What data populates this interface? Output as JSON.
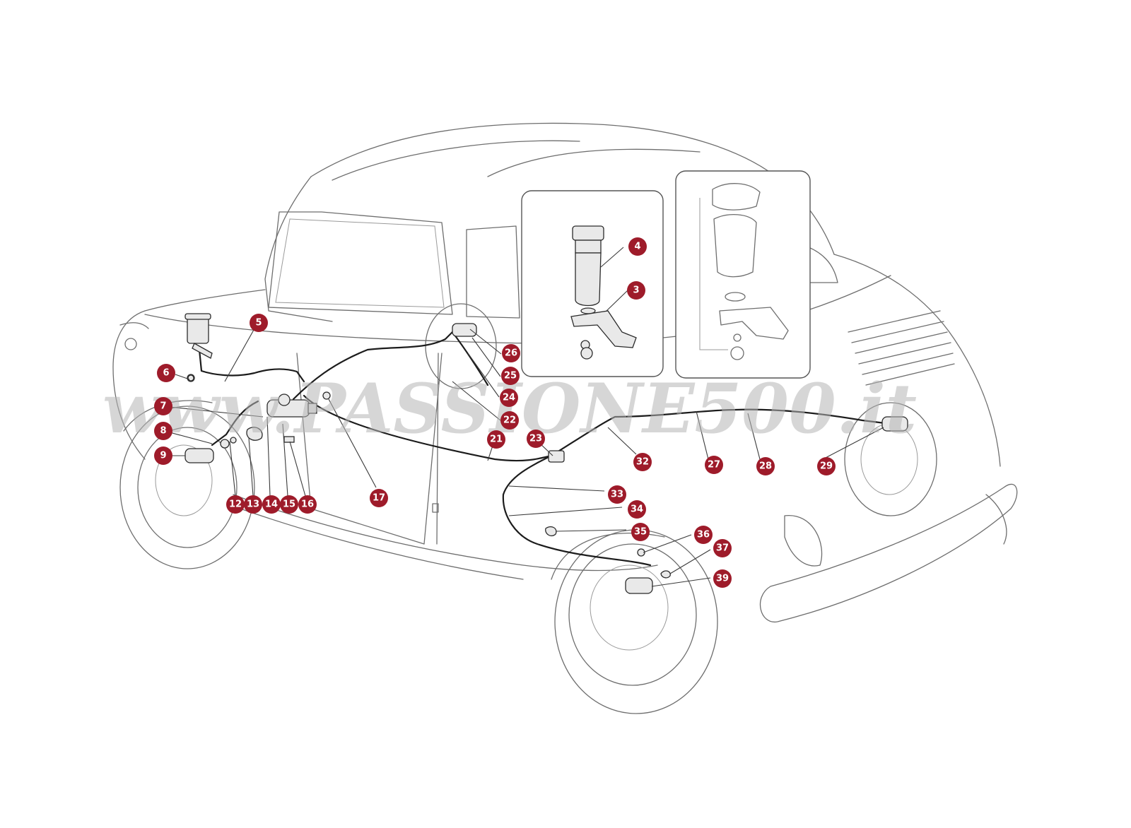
{
  "watermark": "www.PASSIONE500.it",
  "colors": {
    "callout": "#9e1b2a",
    "callout_text": "#ffffff",
    "line_art": "#6e6e6e",
    "brake_pipe": "#1c1c1c"
  },
  "callouts": [
    {
      "label": "3"
    },
    {
      "label": "4"
    },
    {
      "label": "5"
    },
    {
      "label": "6"
    },
    {
      "label": "7"
    },
    {
      "label": "8"
    },
    {
      "label": "9"
    },
    {
      "label": "12"
    },
    {
      "label": "13"
    },
    {
      "label": "14"
    },
    {
      "label": "15"
    },
    {
      "label": "16"
    },
    {
      "label": "17"
    },
    {
      "label": "21"
    },
    {
      "label": "22"
    },
    {
      "label": "23"
    },
    {
      "label": "24"
    },
    {
      "label": "25"
    },
    {
      "label": "26"
    },
    {
      "label": "27"
    },
    {
      "label": "28"
    },
    {
      "label": "29"
    },
    {
      "label": "32"
    },
    {
      "label": "33"
    },
    {
      "label": "34"
    },
    {
      "label": "35"
    },
    {
      "label": "36"
    },
    {
      "label": "37"
    },
    {
      "label": "39"
    }
  ]
}
